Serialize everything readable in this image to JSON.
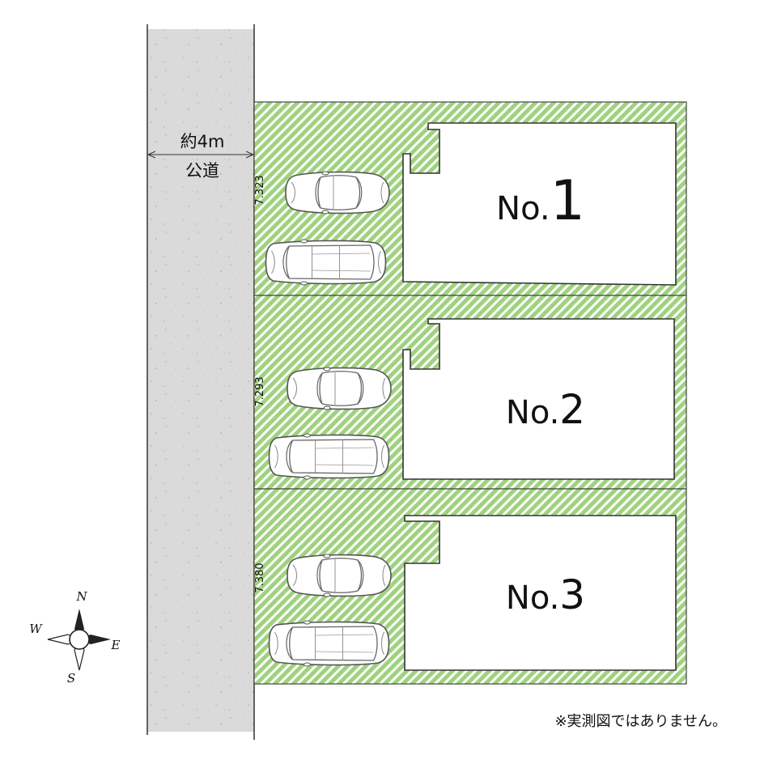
{
  "road": {
    "width_label": "約4m",
    "type_label": "公道"
  },
  "lots": [
    {
      "number_prefix": "No.",
      "number": "1",
      "frontage": "7.323"
    },
    {
      "number_prefix": "No.",
      "number": "2",
      "frontage": "7.293"
    },
    {
      "number_prefix": "No.",
      "number": "3",
      "frontage": "7.380"
    }
  ],
  "compass": {
    "north": "N",
    "east": "E",
    "south": "S",
    "west": "W"
  },
  "note": "※実測図ではありません。",
  "colors": {
    "lawn": "#9fd27e",
    "lawn_stripe": "#ffffff",
    "road": "#d9d9d9",
    "road_speckle": "#9a9a9a",
    "outline": "#333333"
  }
}
